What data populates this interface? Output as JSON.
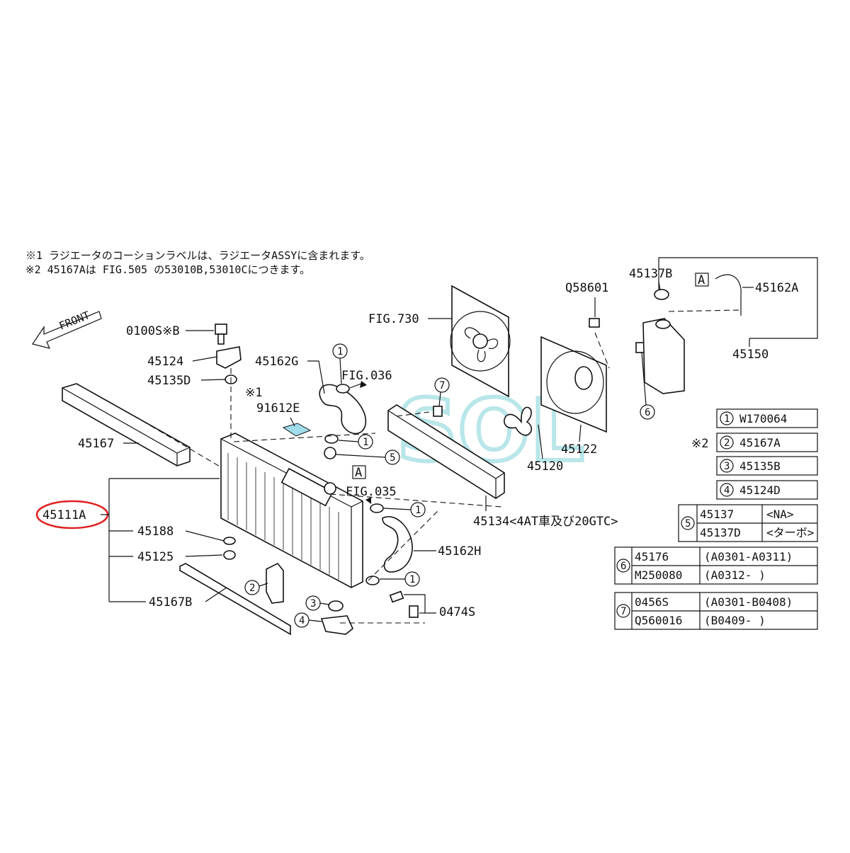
{
  "notes": [
    "※1 ラジエータのコーションラベルは、ラジエータASSYに含まれます。",
    "※2 45167Aは FIG.505 の53010B,53010Cにつきます。"
  ],
  "front_label": "FRONT",
  "watermark": "SOL",
  "mark1": "※1",
  "mark2": "※2",
  "letter_a": "A",
  "callouts": {
    "0100S": "0100S※B",
    "45124": "45124",
    "45135D": "45135D",
    "45162G": "45162G",
    "91612E": "91612E",
    "45167": "45167",
    "45111A": "45111A",
    "45188": "45188",
    "45125": "45125",
    "45167B": "45167B",
    "FIG036": "FIG.036",
    "FIG035": "FIG.035",
    "FIG730": "FIG.730",
    "45162H": "45162H",
    "0474S": "0474S",
    "45134": "45134<4AT車及び20GTC>",
    "45120": "45120",
    "45122": "45122",
    "Q58601": "Q58601",
    "45137B": "45137B",
    "45162A": "45162A",
    "45150": "45150"
  },
  "legend": [
    {
      "num": "1",
      "part": "W170064"
    },
    {
      "num": "2",
      "part": "45167A"
    },
    {
      "num": "3",
      "part": "45135B"
    },
    {
      "num": "4",
      "part": "45124D"
    }
  ],
  "legend_ranges": [
    {
      "num": "5",
      "rows": [
        {
          "part": "45137",
          "range": "<NA>"
        },
        {
          "part": "45137D",
          "range": "<ターボ>"
        }
      ]
    },
    {
      "num": "6",
      "rows": [
        {
          "part": "45176",
          "range": "(A0301-A0311)"
        },
        {
          "part": "M250080",
          "range": "(A0312-      )"
        }
      ]
    },
    {
      "num": "7",
      "rows": [
        {
          "part": "0456S",
          "range": "(A0301-B0408)"
        },
        {
          "part": "Q560016",
          "range": "(B0409-      )"
        }
      ]
    }
  ]
}
